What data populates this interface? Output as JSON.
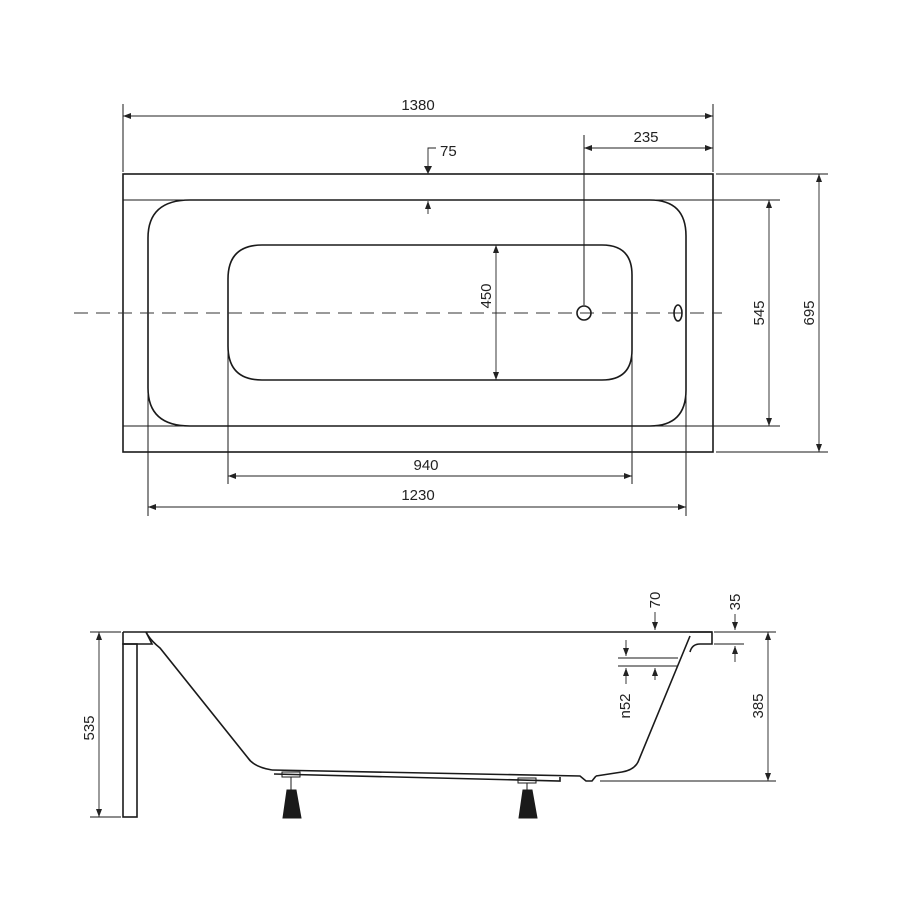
{
  "drawing": {
    "type": "technical bathtub drawing",
    "top_view": {
      "dimensions": {
        "overall_length": "1380",
        "rim_width": "75",
        "drain_offset": "235",
        "inner_width": "450",
        "mid_width": "545",
        "overall_width": "695",
        "inner_length": "940",
        "mid_length": "1230"
      }
    },
    "side_view": {
      "dimensions": {
        "overflow_top": "70",
        "rim_thickness": "35",
        "overflow_diameter": "n52",
        "bath_depth": "385",
        "overall_height": "535"
      }
    }
  }
}
